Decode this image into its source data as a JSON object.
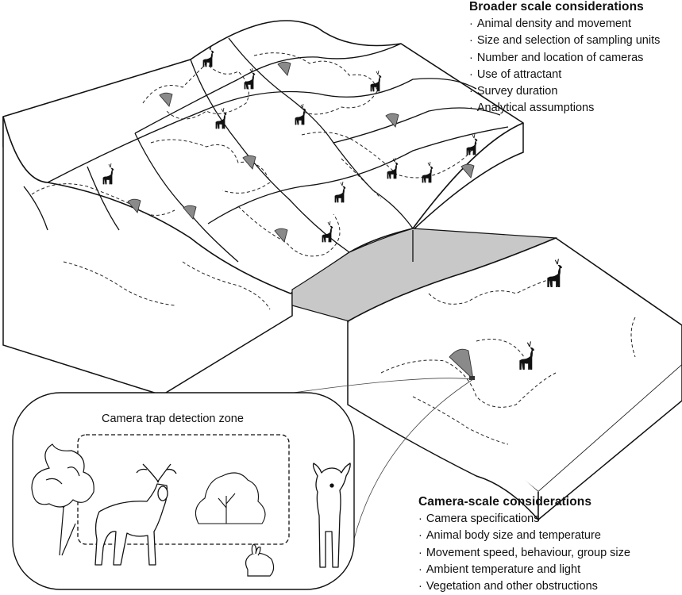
{
  "broader": {
    "title": "Broader scale considerations",
    "items": [
      "Animal density and movement",
      "Size and selection of sampling units",
      "Number and location of cameras",
      "Use of attractant",
      "Survey duration",
      "Analytical assumptions"
    ]
  },
  "camera": {
    "title": "Camera-scale considerations",
    "items": [
      "Camera specifications",
      "Animal body size and temperature",
      "Movement speed, behaviour, group size",
      "Ambient temperature and light",
      "Vegetation and other obstructions"
    ]
  },
  "detection_zone": {
    "label": "Camera trap detection zone"
  },
  "bullet": "·",
  "icons": {
    "deer": "deer-icon",
    "camera_cone": "camera-cone-icon",
    "camera": "camera-icon",
    "tree": "tree-icon",
    "shrub": "shrub-icon",
    "rabbit": "rabbit-icon",
    "buck": "buck-icon",
    "doe": "doe-icon"
  },
  "colors": {
    "line": "#111111",
    "fill": "#ffffff",
    "shade": "#c8c8c8",
    "cone": "#8a8a8a"
  }
}
